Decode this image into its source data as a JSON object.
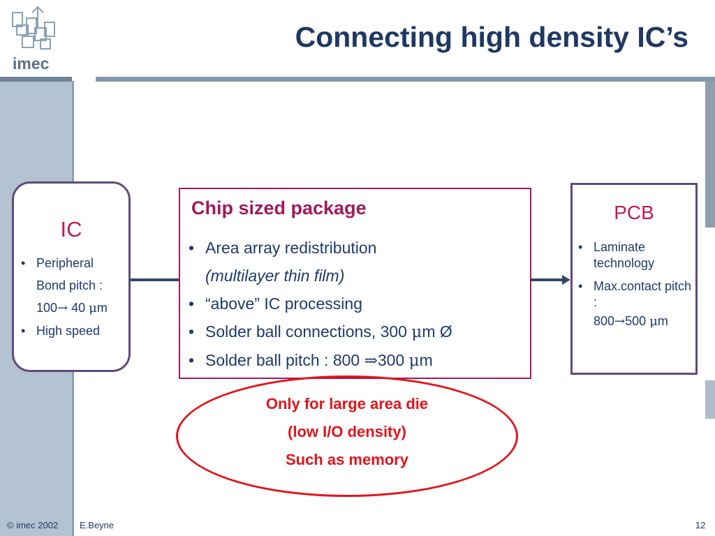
{
  "logo": {
    "text": "imec"
  },
  "title": "Connecting high density IC’s",
  "ic_box": {
    "heading": "IC",
    "items": [
      {
        "line1": "Peripheral",
        "line2": "Bond pitch :",
        "line3_a": "100",
        "arrow": "→",
        "line3_b": " 40 ",
        "mu": "μ",
        "line3_c": "m"
      },
      {
        "line1": "High speed"
      }
    ]
  },
  "csp_box": {
    "heading": "Chip sized package",
    "items": [
      {
        "text": "Area array redistribution",
        "sub": "(multilayer thin film)"
      },
      {
        "text": "“above” IC processing"
      },
      {
        "text_a": "Solder ball connections, 300 ",
        "mu": "μ",
        "text_b": "m Ø"
      },
      {
        "text_a": "Solder ball pitch : 800 ",
        "arrow": "⇒",
        "text_b": "300 ",
        "mu": "μ",
        "text_c": "m"
      }
    ]
  },
  "pcb_box": {
    "heading": "PCB",
    "items": [
      {
        "text": "Laminate technology"
      },
      {
        "text": "Max.contact pitch :",
        "sub_a": "800",
        "arrow": "→",
        "sub_b": "500 ",
        "mu": "μ",
        "sub_c": "m"
      }
    ]
  },
  "note": {
    "line1": "Only for large area die",
    "line2": "(low I/O density)",
    "line3": "Such as memory"
  },
  "footer": {
    "copyright": "© imec 2002",
    "author": "E.Beyne",
    "page": "12"
  },
  "colors": {
    "title": "#1f3864",
    "accent": "#c0185a",
    "note": "#e3141b",
    "box_border": "#604a7b"
  }
}
